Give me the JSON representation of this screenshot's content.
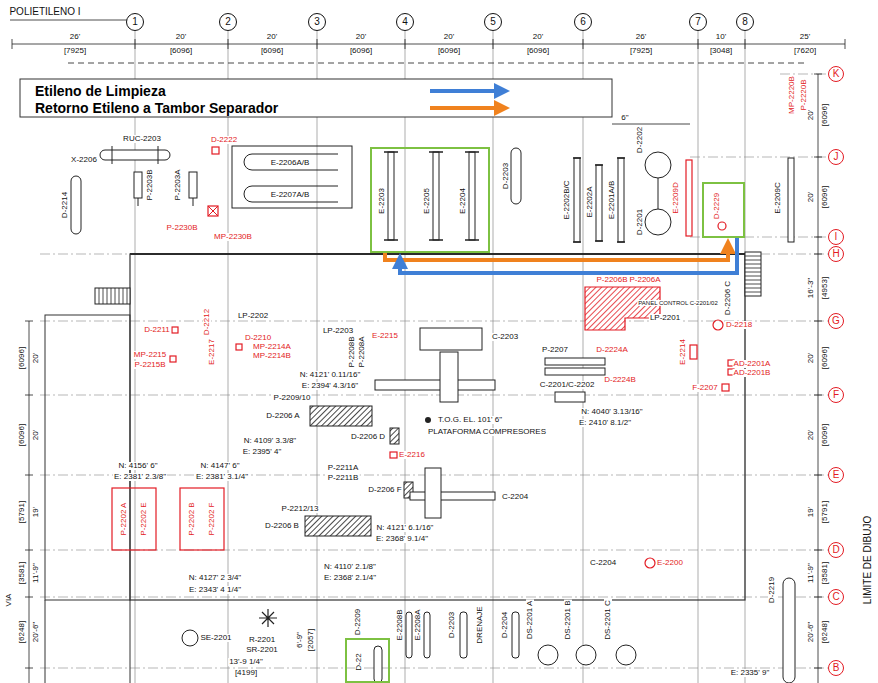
{
  "diagram": {
    "nodes": [
      {
        "text": [
          "1"
        ]
      },
      {
        "text": [
          "2"
        ]
      },
      {
        "text": [
          "3"
        ]
      },
      {
        "text": [
          "4"
        ]
      },
      {
        "text": [
          "5"
        ]
      },
      {
        "text": [
          "6"
        ]
      },
      {
        "text": [
          "7"
        ]
      },
      {
        "text": [
          "8"
        ]
      },
      {
        "text": [
          "K"
        ]
      },
      {
        "text": [
          "J"
        ]
      },
      {
        "text": [
          "E-2203",
          "E-2205",
          "E-2204"
        ]
      },
      {
        "text": [
          "D-2229"
        ]
      },
      {
        "text": [
          "I"
        ]
      },
      {
        "text": [
          "H"
        ]
      },
      {
        "text": [
          "G"
        ]
      },
      {
        "text": [
          "F"
        ]
      },
      {
        "text": [
          "E"
        ]
      },
      {
        "text": [
          "D"
        ]
      },
      {
        "text": [
          "C"
        ]
      },
      {
        "text": [
          "D-22"
        ]
      },
      {
        "text": [
          "B"
        ]
      }
    ],
    "edges": [
      {
        "from": 10,
        "to": 11,
        "arrow": "to"
      },
      {
        "from": 11,
        "to": 10,
        "arrow": "to"
      }
    ],
    "labels": [
      "POLIETILENO I",
      "26'",
      "[7925]",
      "20'",
      "[6096]",
      "20'",
      "[6096]",
      "20'",
      "[6096]",
      "20'",
      "[6096]",
      "20'",
      "[6096]",
      "26'",
      "[7925]",
      "10'",
      "[3048]",
      "25'",
      "[7620]",
      "20'",
      "[6096]",
      "20'",
      "[6096]",
      "16'-3\"",
      "[4953]",
      "20'",
      "[6096]",
      "20'",
      "[6096]",
      "19'",
      "[5791]",
      "11'-9\"",
      "[3581]",
      "20'-6\"",
      "[6248]",
      "20'",
      "[6096]",
      "20'",
      "[6096]",
      "19'",
      "[5791]",
      "11'-9\"",
      "[3581]",
      "20'-6\"",
      "[6248]",
      "VIA",
      "LIMITE DE DIBUJO",
      "RUC-2203",
      "X-2206",
      "D-2222",
      "P-2203B",
      "P-2203A",
      "D-2214",
      "P-2230B",
      "MP-2230B",
      "E-2206A/B",
      "E-2207A/B",
      "D-2203",
      "E-2202B/C",
      "E-2202A",
      "E-2201A/B",
      "D-2202",
      "D-2201",
      "E-2209D",
      "E-2209C",
      "P-2220B",
      "MP-2220B",
      "6\"",
      "LP-2202",
      "LP-2203",
      "D-2211",
      "D-2212",
      "D-2210",
      "MP-2214A",
      "MP-2214B",
      "E-2217",
      "MP-2215",
      "P-2215B",
      "P-2208B",
      "P-2208A",
      "E-2215",
      "C-2203",
      "N: 4121' 0.11/16\"",
      "E: 2394' 4.3/16\"",
      "P-2209/10",
      "D-2206 A",
      "D-2206 D",
      "N: 4109' 3.3/8\"",
      "E: 2395' 4\"",
      "T.O.G. EL. 101' 6\"",
      "PLATAFORMA COMPRESORES",
      "E-2216",
      "P-2211A",
      "P-2211B",
      "D-2206 F",
      "C-2204",
      "N: 4147' 6\"",
      "E: 2381' 3.1/4\"",
      "N: 4156' 6\"",
      "E: 2381' 2.3/8\"",
      "P-2202 A",
      "P-2202 E",
      "P-2202 B",
      "P-2202 F",
      "D-2206 B",
      "P-2212/13",
      "N: 4121' 6.1/16\"",
      "E: 2368' 9.1/4\"",
      "N: 4110' 2.1/8\"",
      "E: 2368' 2.1/4\"",
      "N: 4127' 2 3/4\"",
      "E: 2343' 4 1/4\"",
      "R-2201",
      "SR-2201",
      "SE-2201",
      "13'-9 1/4\"",
      "[4199]",
      "6'-9\"",
      "[2057]",
      "D-2209",
      "E-2208B",
      "E-2208A",
      "D-2203",
      "DRENAJE",
      "D-2204",
      "DS-2201 A",
      "DS-2201 B",
      "DS-2201 C",
      "PANEL CONTROL C-2201/02",
      "P-2206B",
      "P-2206A",
      "D-2206 C",
      "LP-2201",
      "D-2218",
      "AD-2201A",
      "AD-2201B",
      "F-2207",
      "E-2214",
      "D-2224A",
      "D-2224B",
      "P-2207",
      "C-2201/C-2202",
      "N: 4040' 3.13/16\"",
      "E: 2410' 8.1/2\"",
      "C-2204",
      "E-2200",
      "D-2219",
      "E: 2335' 9\""
    ],
    "legend": [
      {
        "text": "Etileno de Limpieza"
      },
      {
        "text": "Retorno Etileno a Tambor Separador"
      }
    ]
  }
}
